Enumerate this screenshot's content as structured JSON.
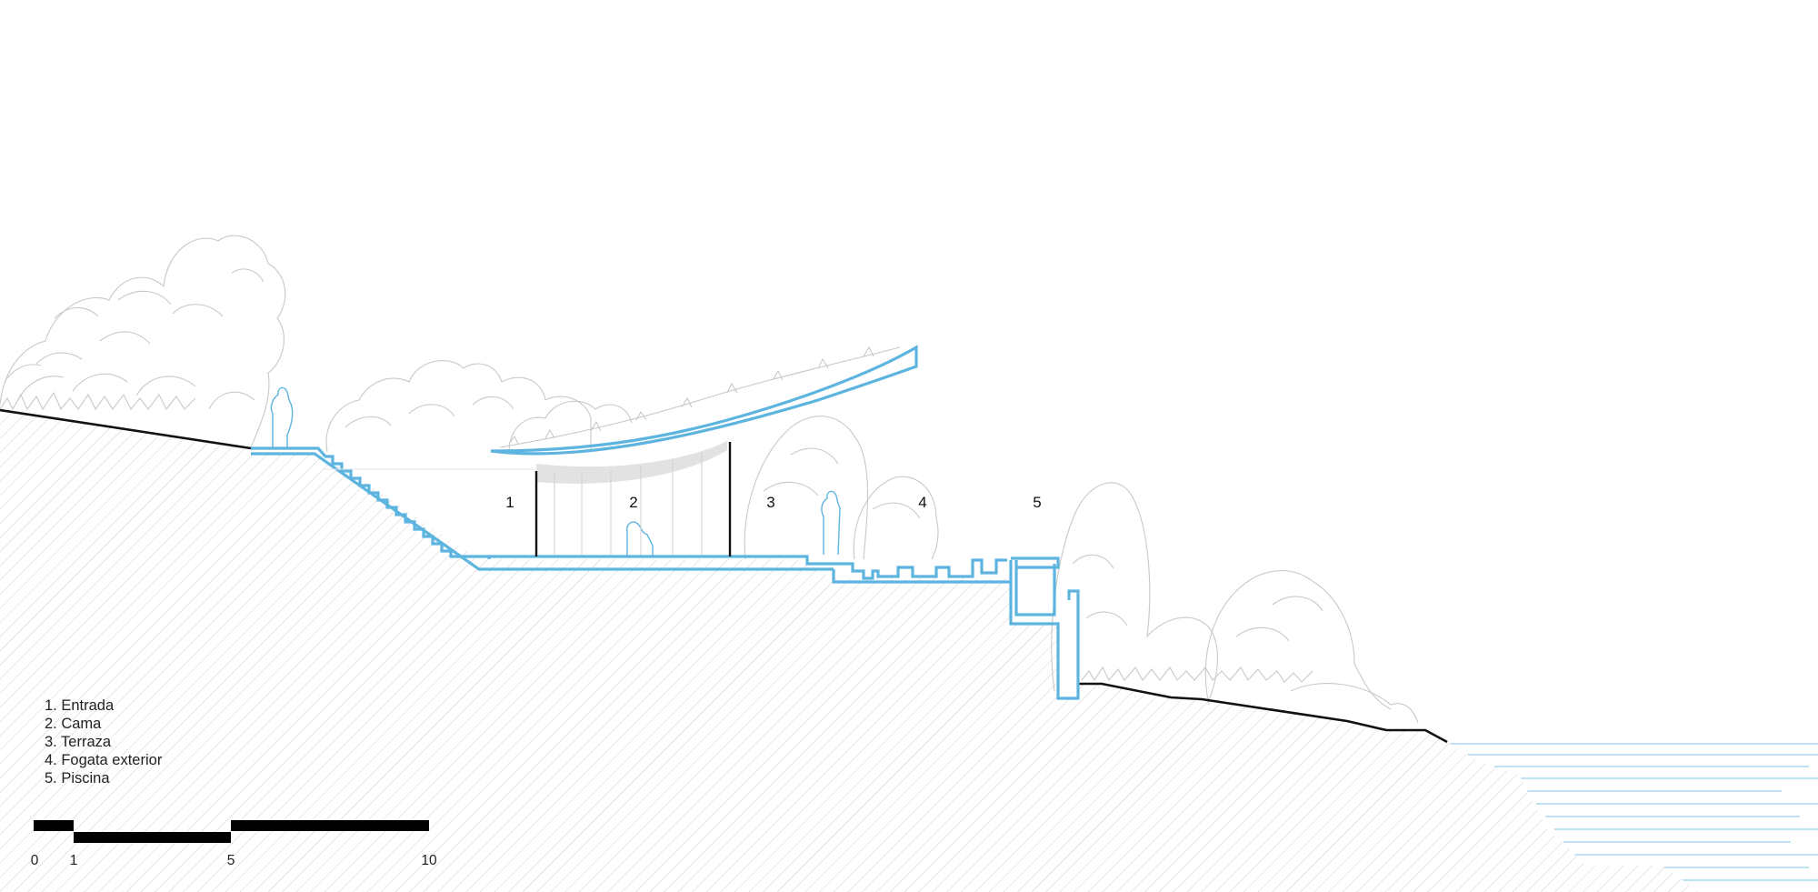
{
  "zones": [
    "1",
    "2",
    "3",
    "4",
    "5"
  ],
  "legend": {
    "items": [
      "1. Entrada",
      "2. Cama",
      "3. Terraza",
      "4. Fogata exterior",
      "5. Piscina"
    ]
  },
  "scale_bar": {
    "ticks": [
      "0",
      "1",
      "5",
      "10"
    ]
  },
  "colors": {
    "section_cut": "#5db4df",
    "terrain_line": "#111111",
    "vegetation": "#c4c4c4",
    "hatch": "#cfcfcf",
    "water": "#7cc6e8"
  }
}
